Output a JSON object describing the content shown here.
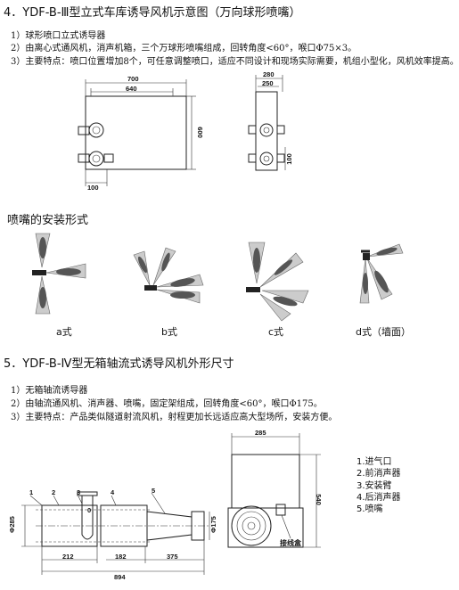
{
  "section4": {
    "title": "4．YDF-B-Ⅲ型立式车库诱导风机示意图（万向球形喷嘴）",
    "items": [
      "1）球形喷口立式诱导器",
      "2）由离心式通风机，消声机箱，三个万球形喷嘴组成，回转角度<60°，喉口Φ75×3。",
      "3）主要特点：喷口位置增加8个，可任意调整喷口，适应不同设计和现场实际需要，机组小型化，风机效率提高。"
    ],
    "dims": {
      "w700": "700",
      "w640": "640",
      "h600": "600",
      "b100": "100",
      "s280": "280",
      "s250": "250",
      "s100": "100"
    }
  },
  "install": {
    "title": "喷嘴的安装形式",
    "captions": [
      "a式",
      "b式",
      "c式",
      "d式（墙面）"
    ]
  },
  "section5": {
    "title": "5．YDF-B-Ⅳ型无箱轴流式诱导风机外形尺寸",
    "items": [
      "1）无箱轴流诱导器",
      "2）由轴流通风机、消声器、喷嘴，固定架组成，回转角度<60°，喉口Φ175。",
      "3）主要特点：产品类似隧道射流风机，射程更加长远适应高大型场所，安装方便。"
    ],
    "dims": {
      "d285": "Φ285",
      "d175": "Φ175",
      "l212": "212",
      "l182": "182",
      "l375": "375",
      "l894": "894",
      "n1": "1",
      "n2": "2",
      "n3": "3",
      "n4": "4",
      "n5": "5",
      "zero": "0",
      "w285": "285",
      "h540": "540",
      "box": "接线盒"
    },
    "legend": [
      "1.进气口",
      "2.前消声器",
      "3.安装臂",
      "4.后消声器",
      "5.喷嘴"
    ]
  }
}
